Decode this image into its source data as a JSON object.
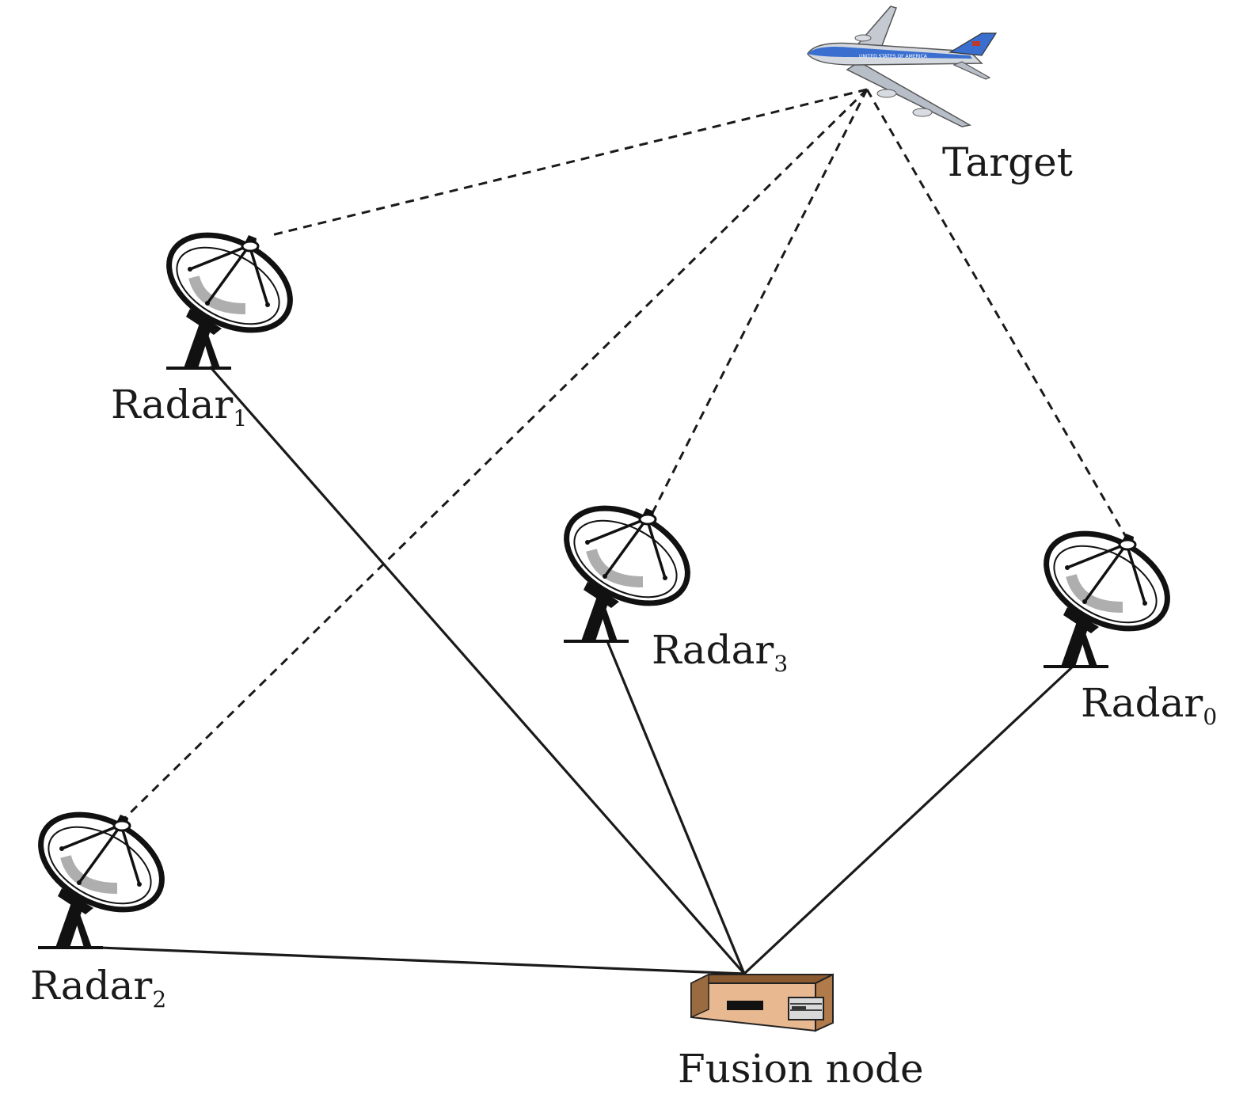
{
  "labels": {
    "target": "Target",
    "fusion_node": "Fusion node",
    "radar_0": {
      "base": "Radar",
      "sub": "0"
    },
    "radar_1": {
      "base": "Radar",
      "sub": "1"
    },
    "radar_2": {
      "base": "Radar",
      "sub": "2"
    },
    "radar_3": {
      "base": "Radar",
      "sub": "3"
    }
  },
  "aircraft_text": "UNITED STATES OF AMERICA",
  "colors": {
    "line": "#1a1a1a",
    "dish_shadow": "#9a9a9a",
    "fusion_box": "#b07a4a",
    "fusion_box_top": "#8a5a30",
    "fusion_box_front": "#e8b890",
    "aircraft_body": "#c8cdd6",
    "aircraft_stripe": "#3a6fd0"
  }
}
